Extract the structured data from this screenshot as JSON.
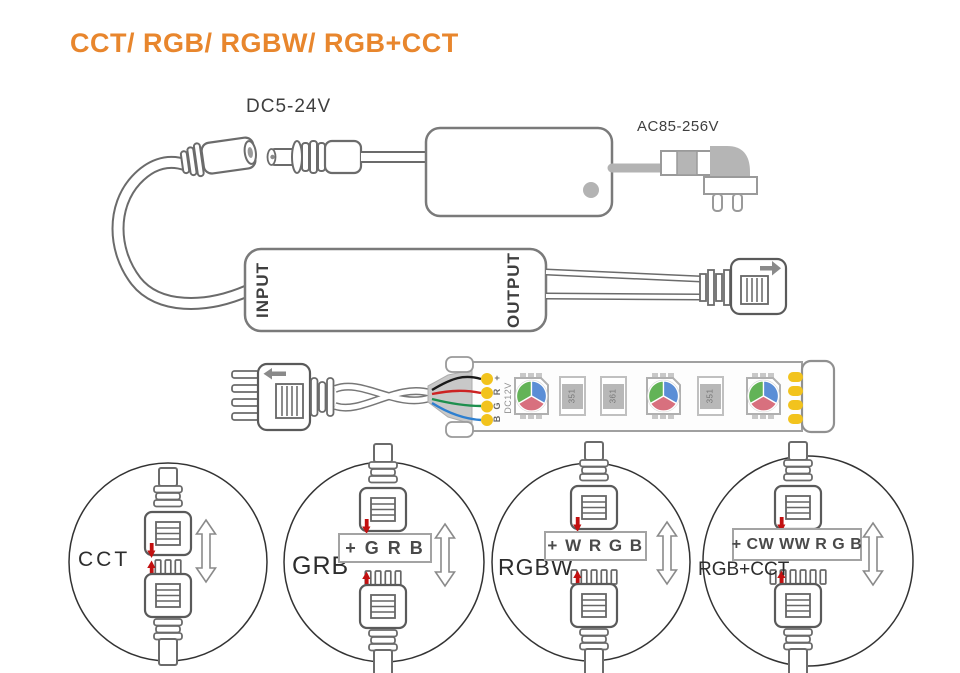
{
  "title": "CCT/ RGB/ RGBW/ RGB+CCT",
  "power": {
    "dc_input_label": "DC5-24V",
    "ac_input_label": "AC85-256V"
  },
  "controller": {
    "input_label": "INPUT",
    "output_label": "OUTPUT"
  },
  "led_strip": {
    "voltage_label": "DC12V",
    "pad_labels": [
      "+",
      "R",
      "G",
      "B"
    ],
    "resistor_labels": [
      "351",
      "361",
      "351"
    ]
  },
  "strip_types": [
    {
      "name": "CCT",
      "pin_label": ""
    },
    {
      "name": "GRB",
      "pin_label": "+ G R B"
    },
    {
      "name": "RGBW",
      "pin_label": "+ W R G B"
    },
    {
      "name": "RGB+CCT",
      "pin_label": "+ CW WW R G B"
    }
  ],
  "colors": {
    "title_orange": "#E8862D",
    "solder_pad_yellow": "#F2C31D",
    "alignment_marker_red": "#C21010",
    "wire_black": "#1A1A1A",
    "wire_red": "#CC2222",
    "wire_green": "#1E8F4E",
    "wire_blue": "#2D7FD0",
    "led_green": "#63B357",
    "led_blue": "#5B8ED6",
    "led_red": "#D8707E"
  }
}
